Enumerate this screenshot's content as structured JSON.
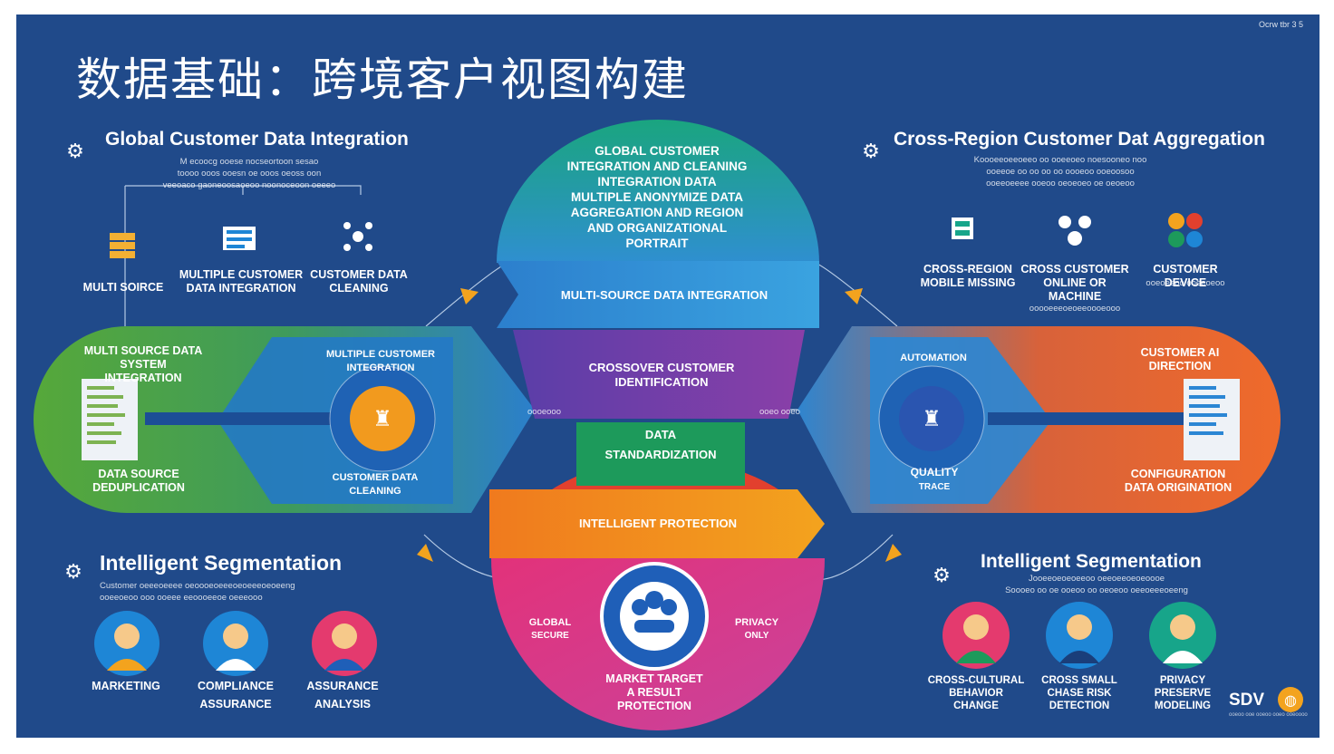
{
  "header": {
    "title": "数据基础：跨境客户视图构建",
    "corner_note": "Ocrw tbr 3 5"
  },
  "top_left": {
    "heading": "Global Customer Data Integration",
    "sub_lines": [
      "M ecoocg ooese nocseortoon sesao",
      "toooo ooos ooesn oe ooos oeoss oon",
      "veeoaco gaoneoosaoeoo noonoceoon oeeeo"
    ],
    "items": [
      {
        "label": "MULTI SOIRCE",
        "icon": "database-icon",
        "color": "#1e86d6"
      },
      {
        "label": "MULTIPLE CUSTOMER DATA INTEGRATION",
        "icon": "stack-icon",
        "color": "#1e86d6"
      },
      {
        "label": "CUSTOMER DATA CLEANING",
        "icon": "network-icon",
        "color": "#17a58a"
      }
    ]
  },
  "top_right": {
    "heading": "Cross-Region Customer Dat Aggregation",
    "sub_lines": [
      "Koooeeoeeoeeo oo ooeeoeo noesooneo noo",
      "ooeeoe oo oo oo oo oooeoo ooeoosoo",
      "ooeeoeeee ooeoo oeoeoeo oe oeoeoo"
    ],
    "items": [
      {
        "label": "CROSS-REGION MOBILE MISSING",
        "icon": "cube-icon",
        "color": "#17a58a"
      },
      {
        "label": "CROSS CUSTOMER ONLINE OR MACHINE",
        "icon": "people-network-icon",
        "color": "#1a4f9e"
      },
      {
        "label": "CUSTOMER DEVICE",
        "icon": "device-icon",
        "color": "#f07d1a"
      }
    ],
    "item3_sub": "ooeoeeoo ooeeoeoo",
    "item2_sub": "ooooeeeoeoeeoooeooo"
  },
  "left_panel": {
    "label_top": "MULTI SOURCE DATA SYSTEM INTEGRATION",
    "label_bottom": "DATA SOURCE DEDUPLICATION",
    "ring_top": "MULTIPLE CUSTOMER INTEGRATION",
    "ring_bottom": "CUSTOMER DATA CLEANING"
  },
  "right_panel": {
    "ring_top": "AUTOMATION",
    "ring_bottom_1": "QUALITY",
    "ring_bottom_2": "TRACE",
    "label_top": "CUSTOMER AI DIRECTION",
    "label_bottom": "CONFIGURATION DATA ORIGINATION"
  },
  "center": {
    "dome_lines": [
      "GLOBAL CUSTOMER",
      "INTEGRATION AND CLEANING",
      "INTEGRATION DATA",
      "MULTIPLE ANONYMIZE DATA",
      "AGGREGATION AND REGION",
      "AND ORGANIZATIONAL",
      "PORTRAIT"
    ],
    "band_blue": "MULTI-SOURCE DATA INTEGRATION",
    "band_purple_1": "CROSSOVER CUSTOMER",
    "band_purple_2": "IDENTIFICATION",
    "left_tag": "oooeooo",
    "right_tag": "ooeo ooeo",
    "green_block_1": "DATA",
    "green_block_2": "STANDARDIZATION",
    "band_orange": "INTELLIGENT PROTECTION",
    "pink_left_1": "GLOBAL",
    "pink_left_2": "SECURE",
    "pink_right_1": "PRIVACY",
    "pink_right_2": "ONLY",
    "pink_bottom_1": "MARKET TARGET",
    "pink_bottom_2": "A RESULT",
    "pink_bottom_3": "PROTECTION"
  },
  "bottom_left": {
    "heading": "Intelligent Segmentation",
    "sub_lines": [
      "Customer oeeeoeeee oeoooeoeeeoeoeeeoeoeeng",
      "ooeeoeoo ooo ooeee eeoooeeoe oeeeooo"
    ],
    "people": [
      {
        "label_1": "MARKETING",
        "label_2": "",
        "color": "#1e86d6"
      },
      {
        "label_1": "COMPLIANCE",
        "label_2": "ASSURANCE",
        "color": "#1e86d6"
      },
      {
        "label_1": "ASSURANCE",
        "label_2": "ANALYSIS",
        "color": "#e43a6e"
      }
    ]
  },
  "bottom_right": {
    "heading": "Intelligent Segmentation",
    "sub_lines": [
      "Jooeeoeoeoeeoo oeeoeeoeoeoooe",
      "Soooeo oo oe ooeoo oo oeoeoo oeeoeeeoeeng"
    ],
    "people": [
      {
        "label_1": "CROSS-CULTURAL",
        "label_2": "BEHAVIOR",
        "label_3": "CHANGE",
        "color": "#e43a6e"
      },
      {
        "label_1": "CROSS SMALL",
        "label_2": "CHASE RISK",
        "label_3": "DETECTION",
        "color": "#1e86d6"
      },
      {
        "label_1": "PRIVACY",
        "label_2": "PRESERVE",
        "label_3": "MODELING",
        "color": "#17a58a"
      }
    ]
  },
  "logo": {
    "text": "SDV",
    "sub": "ooeoo ooe ooeoo ooeo ooeoooo"
  },
  "colors": {
    "background": "#204a8a",
    "green": "#5cab3c",
    "blue": "#2583c8",
    "teal": "#16a089",
    "orange": "#ee6a2b",
    "purple": "#6b3fa6",
    "pink": "#e13a86",
    "amber": "#f29a1e"
  }
}
